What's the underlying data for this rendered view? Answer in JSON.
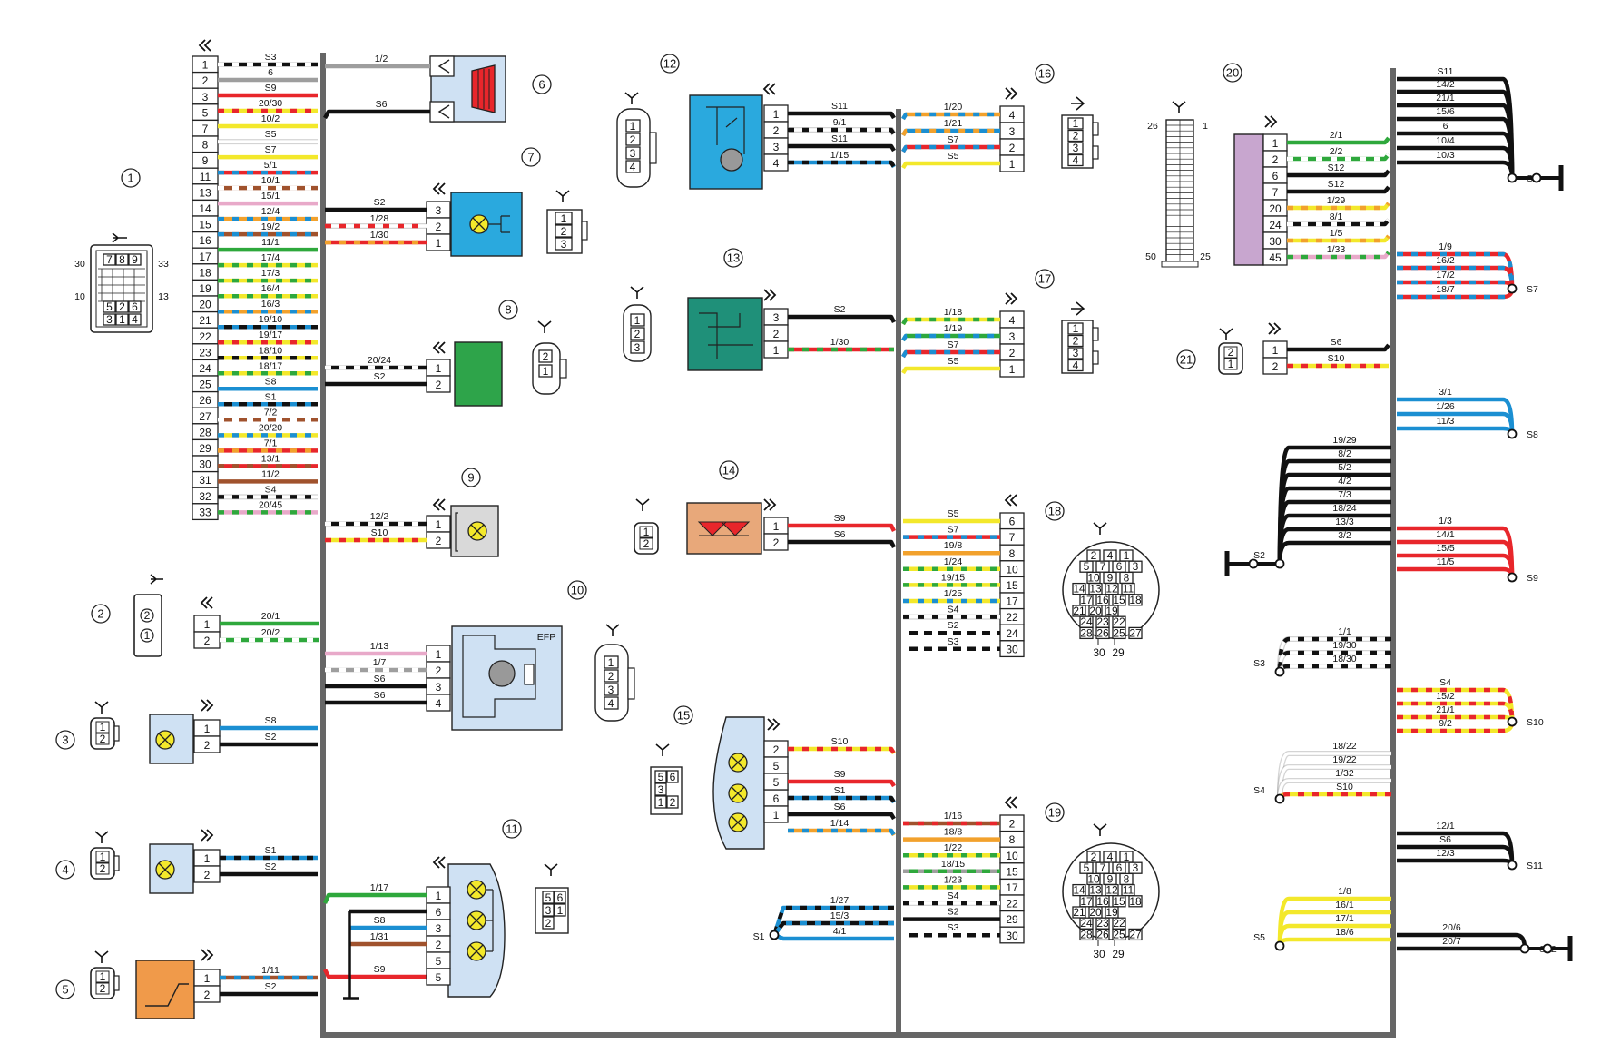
{
  "colors": {
    "black": "#111111",
    "gray": "#9e9e9e",
    "white": "#ffffff",
    "red": "#e8262b",
    "yellow": "#f3e82b",
    "green": "#2ea83c",
    "blue": "#1b8fd2",
    "brown": "#a0522d",
    "pink": "#e8a9c9",
    "orange": "#f2a12c",
    "violet": "#8a4fb8",
    "bus": "#6b6b6b",
    "lightblue": "#cfe1f3",
    "cyan": "#2aa9de",
    "teal": "#1f9079",
    "dkgreen": "#2ea44a",
    "tan": "#e8a87a",
    "lavender": "#c8a6cf",
    "peach": "#f09a4a",
    "silver": "#d9d9d9"
  },
  "c1": {
    "id": "1",
    "pins": [
      "1",
      "2",
      "3",
      "5",
      "7",
      "8",
      "9",
      "11",
      "13",
      "14",
      "15",
      "16",
      "17",
      "18",
      "19",
      "20",
      "21",
      "22",
      "23",
      "24",
      "25",
      "26",
      "27",
      "28",
      "29",
      "30",
      "31",
      "32",
      "33"
    ],
    "wires": [
      "S3",
      "6",
      "S9",
      "20/30",
      "10/2",
      "S5",
      "S7",
      "5/1",
      "10/1",
      "15/1",
      "12/4",
      "19/2",
      "11/1",
      "17/4",
      "17/3",
      "16/4",
      "16/3",
      "19/10",
      "19/17",
      "18/10",
      "18/17",
      "S8",
      "S1",
      "7/2",
      "20/20",
      "7/1",
      "13/1",
      "11/2",
      "S4",
      "20/45"
    ],
    "housing": {
      "nums": [
        "7",
        "8",
        "9",
        "5",
        "2",
        "6",
        "3",
        "1",
        "4"
      ],
      "side": [
        "30",
        "33",
        "10",
        "13"
      ]
    }
  },
  "c2": {
    "id": "2",
    "pins": [
      "1",
      "2"
    ],
    "wires": [
      "20/1",
      "20/2"
    ],
    "housing": [
      "2",
      "1"
    ]
  },
  "c3": {
    "id": "3",
    "pins": [
      "1",
      "2"
    ],
    "wires": [
      "S8",
      "S2"
    ],
    "housing": [
      "1",
      "2"
    ]
  },
  "c4": {
    "id": "4",
    "pins": [
      "1",
      "2"
    ],
    "wires": [
      "S1",
      "S2"
    ],
    "housing": [
      "1",
      "2"
    ]
  },
  "c5": {
    "id": "5",
    "pins": [
      "1",
      "2"
    ],
    "wires": [
      "1/11",
      "S2"
    ],
    "housing": [
      "1",
      "2"
    ]
  },
  "c6": {
    "id": "6",
    "wires": [
      "1/2",
      "S6"
    ]
  },
  "c7": {
    "id": "7",
    "pins": [
      "3",
      "2",
      "1"
    ],
    "wires": [
      "S2",
      "1/28",
      "1/30"
    ],
    "housing": [
      "1",
      "2",
      "3"
    ]
  },
  "c8": {
    "id": "8",
    "pins": [
      "1",
      "2"
    ],
    "wires": [
      "20/24",
      "S2"
    ],
    "housing": [
      "2",
      "1"
    ]
  },
  "c9": {
    "id": "9",
    "pins": [
      "1",
      "2"
    ],
    "wires": [
      "12/2",
      "S10"
    ]
  },
  "c10": {
    "id": "10",
    "label": "EFP",
    "pins": [
      "1",
      "2",
      "3",
      "4"
    ],
    "wires": [
      "1/13",
      "1/7",
      "S6",
      "S6"
    ],
    "housing": [
      "1",
      "2",
      "3",
      "4"
    ]
  },
  "c11": {
    "id": "11",
    "pins": [
      "1",
      "6",
      "3",
      "2",
      "5"
    ],
    "wires": [
      "1/17",
      "S8",
      "1/31",
      "S9"
    ],
    "housing": [
      "5",
      "6",
      "3",
      "1",
      "2"
    ]
  },
  "c12": {
    "id": "12",
    "pins": [
      "1",
      "2",
      "3",
      "4"
    ],
    "wires": [
      "S11",
      "9/1",
      "S11",
      "1/15"
    ],
    "housing": [
      "1",
      "2",
      "3",
      "4"
    ]
  },
  "c13": {
    "id": "13",
    "pins": [
      "3",
      "2",
      "1"
    ],
    "wires": [
      "S2",
      "1/30"
    ],
    "housing": [
      "1",
      "2",
      "3"
    ]
  },
  "c14": {
    "id": "14",
    "pins": [
      "1",
      "2"
    ],
    "wires": [
      "S9",
      "S6"
    ],
    "housing": [
      "1",
      "2"
    ]
  },
  "c15": {
    "id": "15",
    "pins": [
      "2",
      "5",
      "3",
      "6",
      "1"
    ],
    "wires": [
      "S10",
      "S9",
      "S1",
      "S6",
      "1/14"
    ],
    "housing": [
      "5",
      "6",
      "3",
      "1",
      "2"
    ]
  },
  "s1": {
    "label": "S1",
    "wires": [
      "1/27",
      "15/3",
      "4/1"
    ]
  },
  "c16": {
    "id": "16",
    "pins": [
      "4",
      "3",
      "2",
      "1"
    ],
    "wires": [
      "1/20",
      "1/21",
      "S7",
      "S5"
    ],
    "housing": [
      "1",
      "2",
      "3",
      "4"
    ]
  },
  "c17": {
    "id": "17",
    "pins": [
      "4",
      "3",
      "2",
      "1"
    ],
    "wires": [
      "1/18",
      "1/19",
      "S7",
      "S5"
    ],
    "housing": [
      "1",
      "2",
      "3",
      "4"
    ]
  },
  "c18": {
    "id": "18",
    "pins": [
      "6",
      "7",
      "8",
      "10",
      "15",
      "17",
      "22",
      "24",
      "30"
    ],
    "wires": [
      "S5",
      "S7",
      "19/8",
      "1/24",
      "19/15",
      "1/25",
      "S4",
      "S2",
      "S3"
    ],
    "round": [
      "2",
      "4",
      "1",
      "5",
      "7",
      "6",
      "3",
      "10",
      "9",
      "8",
      "14",
      "13",
      "12",
      "11",
      "17",
      "16",
      "15",
      "18",
      "21",
      "20",
      "19",
      "24",
      "23",
      "22",
      "28",
      "26",
      "25",
      "27",
      "30",
      "29"
    ]
  },
  "c19": {
    "id": "19",
    "pins": [
      "2",
      "8",
      "10",
      "15",
      "17",
      "22",
      "29",
      "30"
    ],
    "wires": [
      "1/16",
      "18/8",
      "1/22",
      "18/15",
      "1/23",
      "S4",
      "S2",
      "S3"
    ],
    "round": [
      "2",
      "4",
      "1",
      "5",
      "7",
      "6",
      "3",
      "10",
      "9",
      "8",
      "14",
      "13",
      "12",
      "11",
      "17",
      "16",
      "15",
      "18",
      "21",
      "20",
      "19",
      "24",
      "23",
      "22",
      "28",
      "26",
      "25",
      "27",
      "30",
      "29"
    ]
  },
  "c20": {
    "id": "20",
    "pins": [
      "1",
      "2",
      "6",
      "7",
      "20",
      "24",
      "30",
      "45"
    ],
    "wires": [
      "2/1",
      "2/2",
      "S12",
      "S12",
      "1/29",
      "8/1",
      "1/5",
      "1/33"
    ],
    "block": {
      "tl": "26",
      "tr": "1",
      "bl": "50",
      "br": "25"
    }
  },
  "c21": {
    "id": "21",
    "pins": [
      "1",
      "2"
    ],
    "wires": [
      "S6",
      "S10"
    ],
    "housing": [
      "2",
      "1"
    ]
  },
  "splices": {
    "S6": {
      "label": "S6",
      "wires": [
        "S11",
        "14/2",
        "21/1",
        "15/6",
        "6",
        "10/4",
        "10/3"
      ]
    },
    "S7": {
      "label": "S7",
      "wires": [
        "1/9",
        "16/2",
        "17/2",
        "18/7"
      ]
    },
    "S8": {
      "label": "S8",
      "wires": [
        "3/1",
        "1/26",
        "11/3"
      ]
    },
    "S2": {
      "label": "S2",
      "wires": [
        "19/29",
        "8/2",
        "5/2",
        "4/2",
        "7/3",
        "18/24",
        "13/3",
        "3/2"
      ]
    },
    "S9": {
      "label": "S9",
      "wires": [
        "1/3",
        "14/1",
        "15/5",
        "11/5"
      ]
    },
    "S3": {
      "label": "S3",
      "wires": [
        "1/1",
        "19/30",
        "18/30"
      ]
    },
    "S10": {
      "label": "S10",
      "wires": [
        "S4",
        "15/2",
        "21/1",
        "9/2"
      ]
    },
    "S4": {
      "label": "S4",
      "wires": [
        "18/22",
        "19/22",
        "1/32",
        "S10"
      ]
    },
    "S11": {
      "label": "S11",
      "wires": [
        "12/1",
        "S6",
        "12/3"
      ]
    },
    "S5": {
      "label": "S5",
      "wires": [
        "1/8",
        "16/1",
        "17/1",
        "18/6"
      ]
    },
    "S12": {
      "label": "S12",
      "wires": [
        "20/6",
        "20/7"
      ]
    }
  }
}
